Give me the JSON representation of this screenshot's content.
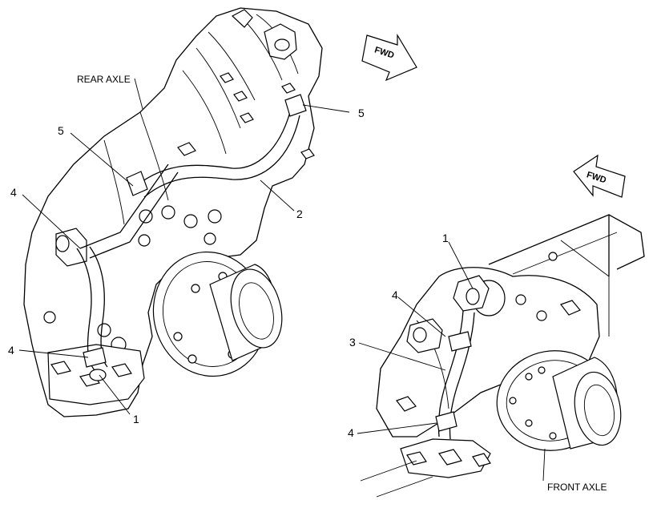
{
  "captions": {
    "rear_axle": "REAR AXLE",
    "front_axle": "FRONT AXLE"
  },
  "arrows": {
    "fwd_top": "FWD",
    "fwd_right": "FWD"
  },
  "callouts": [
    {
      "id": "rear-5-top",
      "label": "5"
    },
    {
      "id": "rear-5-left",
      "label": "5"
    },
    {
      "id": "rear-2",
      "label": "2"
    },
    {
      "id": "rear-4-upper",
      "label": "4"
    },
    {
      "id": "rear-4-lower",
      "label": "4"
    },
    {
      "id": "rear-1",
      "label": "1"
    },
    {
      "id": "front-1",
      "label": "1"
    },
    {
      "id": "front-4-upper",
      "label": "4"
    },
    {
      "id": "front-3",
      "label": "3"
    },
    {
      "id": "front-4-lower",
      "label": "4"
    }
  ]
}
